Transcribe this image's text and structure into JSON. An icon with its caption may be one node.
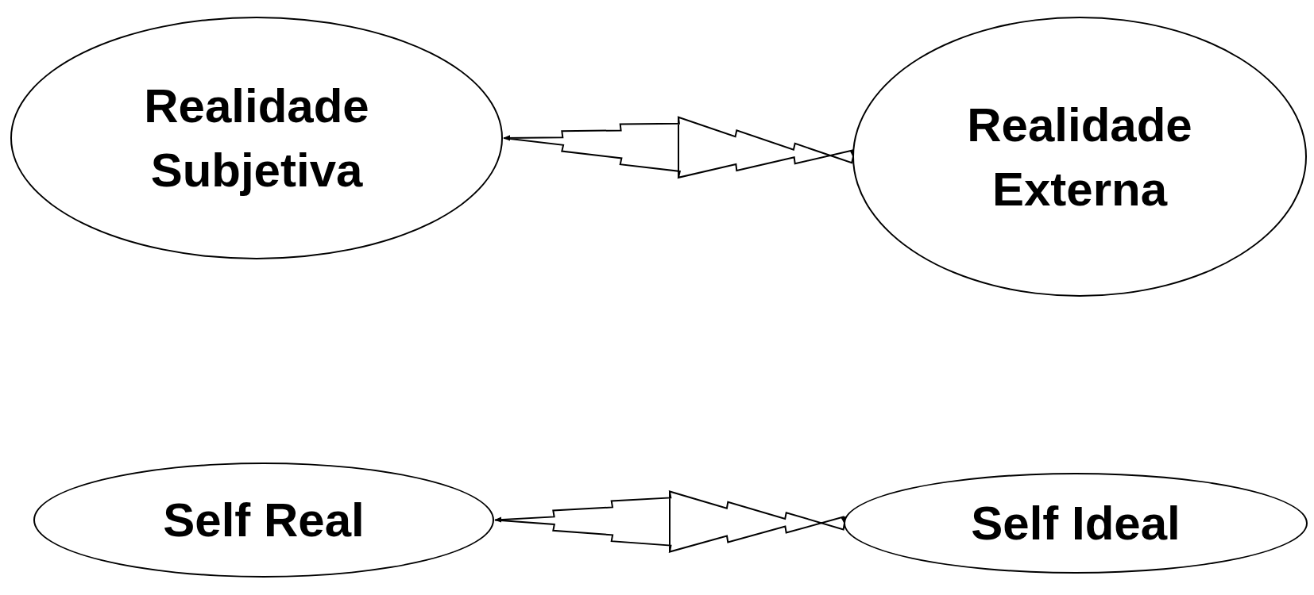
{
  "diagram": {
    "nodes": [
      {
        "text": [
          "Realidade Subjetiva"
        ]
      },
      {
        "text": [
          "Realidade Externa"
        ]
      },
      {
        "text": [
          "Self Real"
        ]
      },
      {
        "text": [
          "Self Ideal"
        ]
      }
    ],
    "edges": [
      {
        "from": 0,
        "to": 1,
        "arrow": "both"
      },
      {
        "from": 2,
        "to": 3,
        "arrow": "both"
      }
    ]
  }
}
